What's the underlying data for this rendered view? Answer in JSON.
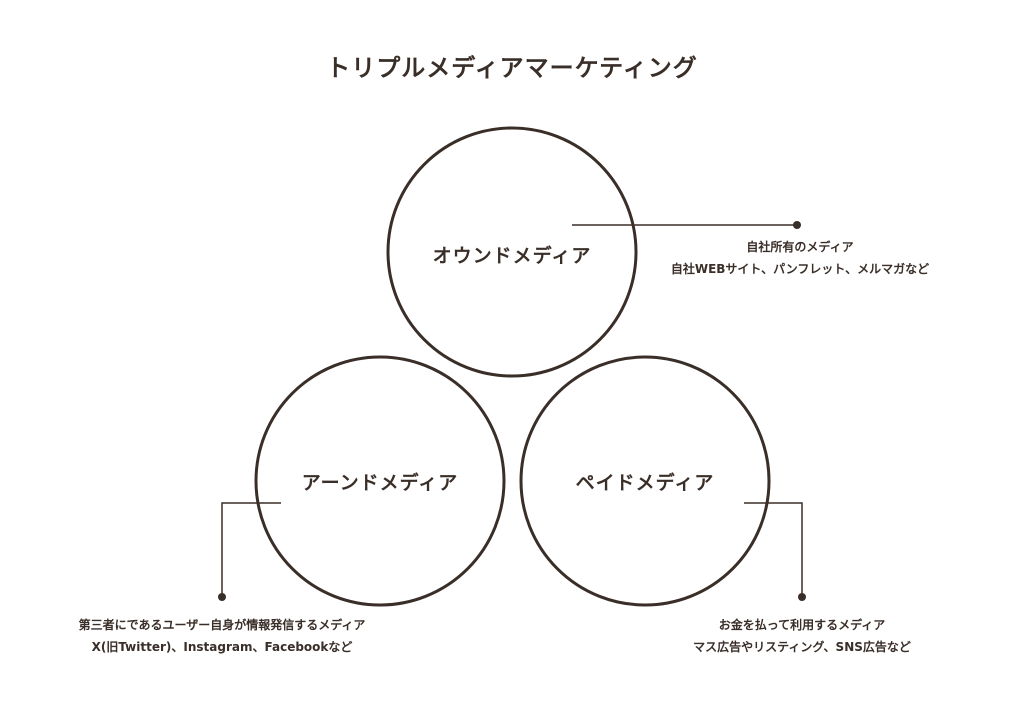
{
  "title": "トリプルメディアマーケティング",
  "colors": {
    "ink": "#3a2e28",
    "background": "#ffffff"
  },
  "media": [
    {
      "name": "オウンドメディア",
      "description": "自社所有のメディア",
      "examples": "自社WEBサイト、パンフレット、メルマガなど"
    },
    {
      "name": "アーンドメディア",
      "description": "第三者にであるユーザー自身が情報発信するメディア",
      "examples": "X(旧Twitter)、Instagram、Facebookなど"
    },
    {
      "name": "ペイドメディア",
      "description": "お金を払って利用するメディア",
      "examples": "マス広告やリスティング、SNS広告など"
    }
  ]
}
